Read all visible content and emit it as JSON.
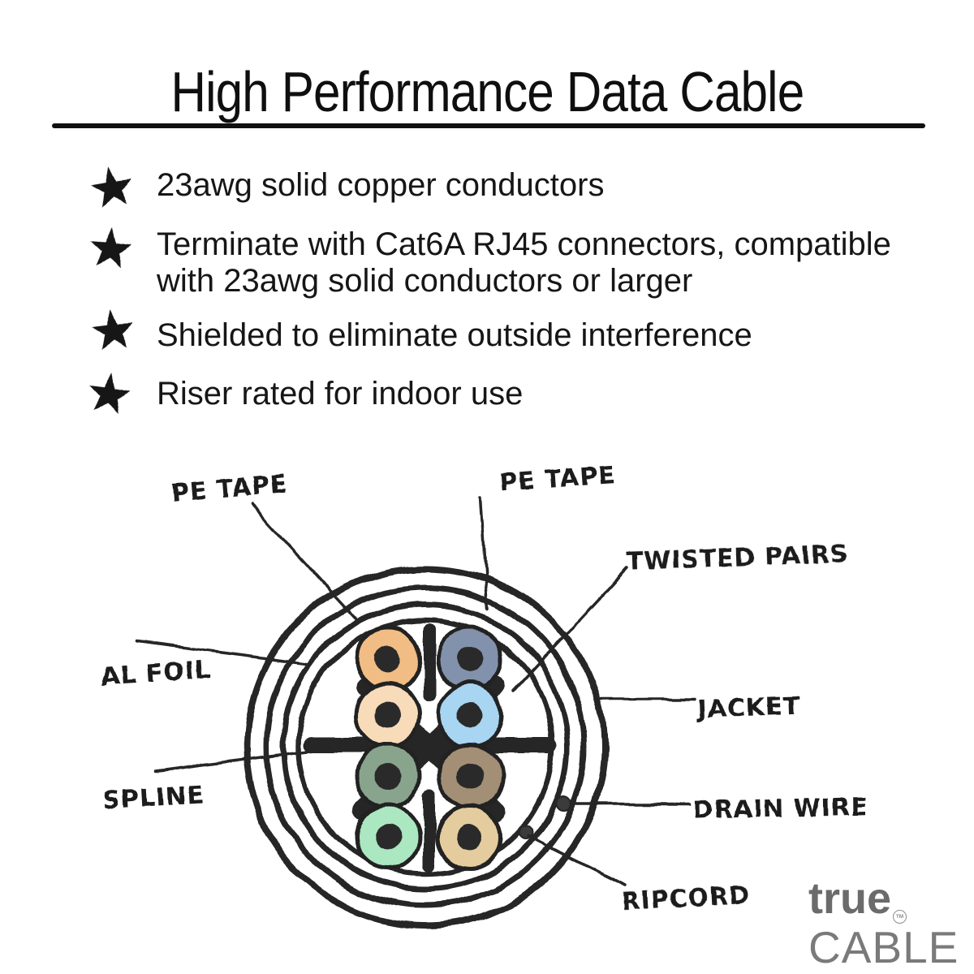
{
  "title": "High Performance Data Cable",
  "bullets": [
    {
      "lines": [
        "23awg solid copper conductors",
        ""
      ]
    },
    {
      "lines": [
        "Terminate with Cat6A RJ45 connectors, compatible",
        "with 23awg solid conductors or larger"
      ]
    },
    {
      "lines": [
        "Shielded to eliminate outside interference",
        ""
      ]
    },
    {
      "lines": [
        "Riser rated for indoor use",
        ""
      ]
    }
  ],
  "diagram": {
    "labels": {
      "pe_tape_left": "PE TAPE",
      "pe_tape_right": "PE TAPE",
      "twisted_pairs": "TWISTED PAIRS",
      "al_foil": "AL FOIL",
      "jacket": "JACKET",
      "spline": "SPLINE",
      "drain_wire": "DRAIN WIRE",
      "ripcord": "RIPCORD"
    },
    "ink_color": "#262626",
    "wires": [
      {
        "name": "orange",
        "color": "#f2bd84"
      },
      {
        "name": "slate-blue",
        "color": "#8292ac"
      },
      {
        "name": "peach",
        "color": "#f8dcba"
      },
      {
        "name": "sky-blue",
        "color": "#a8d5f1"
      },
      {
        "name": "green",
        "color": "#89a48d"
      },
      {
        "name": "taupe",
        "color": "#a28f76"
      },
      {
        "name": "mint",
        "color": "#abe7c1"
      },
      {
        "name": "tan",
        "color": "#e5cc9f"
      }
    ],
    "conductor_color": "#2c2c2c"
  },
  "logo": {
    "word1": "true",
    "trademark": "TM",
    "word2": "CABLE",
    "color": "#6b6b6b"
  }
}
